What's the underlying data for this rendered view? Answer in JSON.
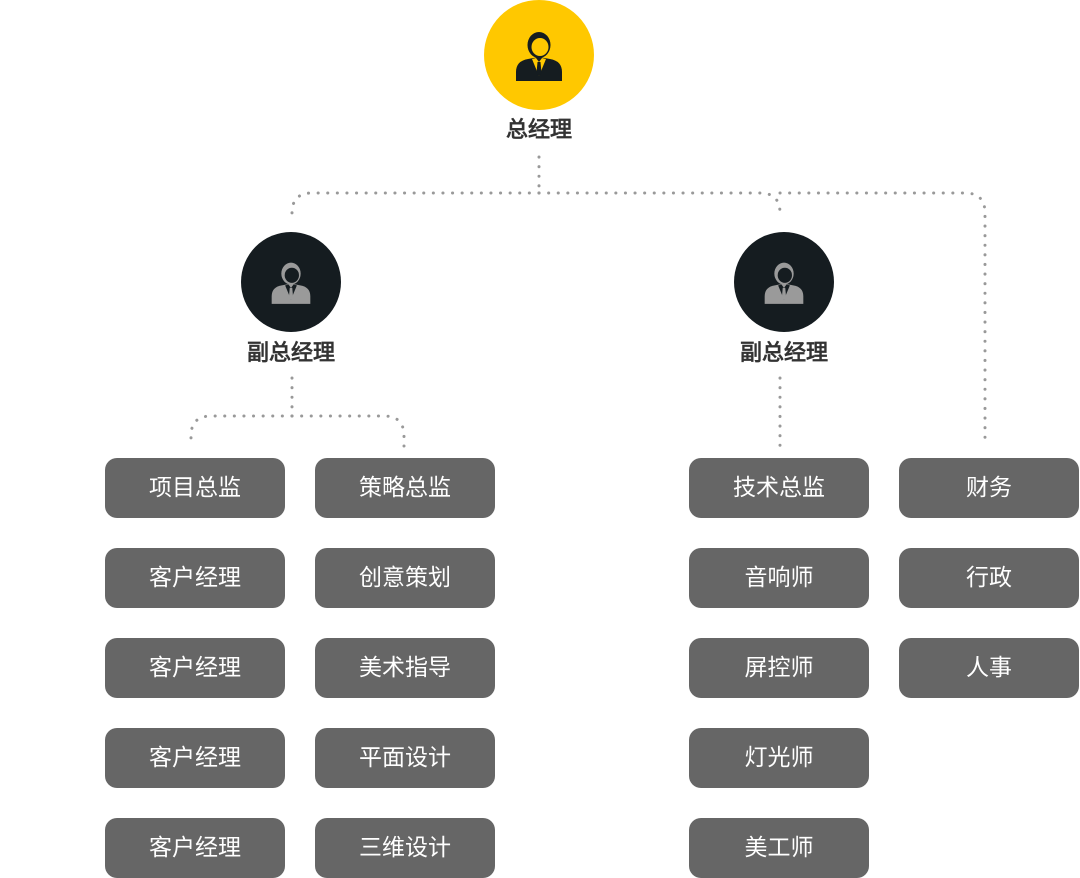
{
  "colors": {
    "ceo_circle": "#FFC800",
    "vp_circle": "#151C20",
    "ceo_icon": "#151C20",
    "vp_icon": "#9A9A9A",
    "box_fill": "#666666",
    "box_text": "#FFFFFF",
    "connector": "#999999",
    "title_text": "#333333"
  },
  "ceo": {
    "title": "总经理",
    "icon": "person-icon"
  },
  "vp_left": {
    "title": "副总经理",
    "icon": "person-icon"
  },
  "vp_right": {
    "title": "副总经理",
    "icon": "person-icon"
  },
  "columns": [
    {
      "items": [
        "项目总监",
        "客户经理",
        "客户经理",
        "客户经理",
        "客户经理"
      ]
    },
    {
      "items": [
        "策略总监",
        "创意策划",
        "美术指导",
        "平面设计",
        "三维设计"
      ]
    },
    {
      "items": [
        "技术总监",
        "音响师",
        "屏控师",
        "灯光师",
        "美工师"
      ]
    },
    {
      "items": [
        "财务",
        "行政",
        "人事"
      ]
    }
  ]
}
